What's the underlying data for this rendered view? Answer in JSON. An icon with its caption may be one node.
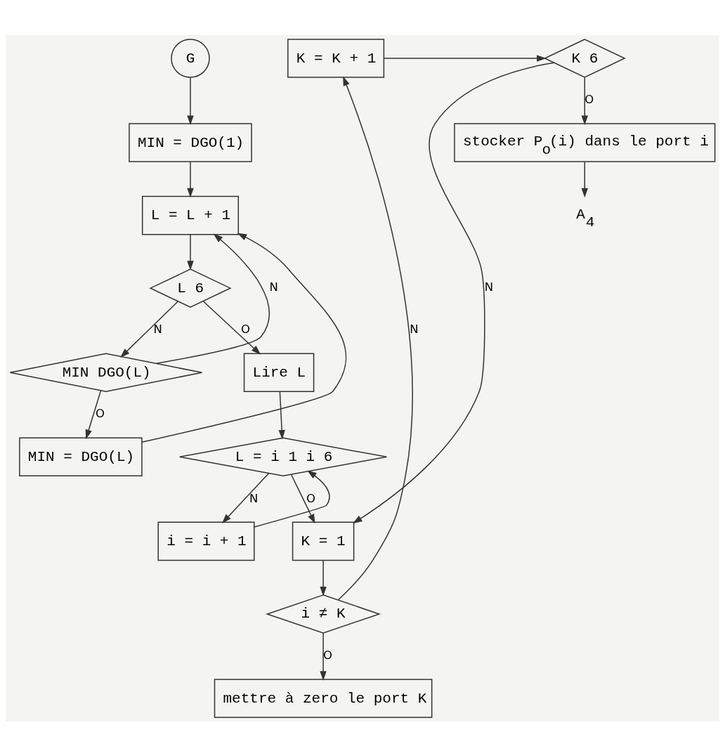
{
  "diagram": {
    "nodes": [
      {
        "text": [
          "G"
        ]
      },
      {
        "text": [
          "MIN = DGO(1)"
        ]
      },
      {
        "text": [
          "L = L + 1"
        ]
      },
      {
        "text": [
          "L 6"
        ]
      },
      {
        "text": [
          "MIN DGO(L)"
        ]
      },
      {
        "text": [
          "MIN = DGO(L)"
        ]
      },
      {
        "text": [
          "Lire L"
        ]
      },
      {
        "text": [
          "L = i 1 i 6"
        ]
      },
      {
        "text": [
          "i = i + 1"
        ]
      },
      {
        "text": [
          "K = 1"
        ]
      },
      {
        "text": [
          "K 6"
        ]
      },
      {
        "text": [
          "K = K + 1"
        ]
      },
      {
        "text": [
          "i ≠ K"
        ]
      },
      {
        "text": [
          "stocker P$_{o}$(i) dans le port i"
        ]
      },
      {
        "text": [
          "mettre à zero le port K"
        ]
      },
      {
        "text": [
          "A$_{4}$"
        ]
      }
    ],
    "edges": [
      {
        "from": 0,
        "to": 1,
        "arrow": "to"
      },
      {
        "from": 1,
        "to": 2,
        "arrow": "to"
      },
      {
        "from": 2,
        "to": 3,
        "arrow": "to"
      },
      {
        "from": 3,
        "to": 6,
        "arrow": "to",
        "label": "O"
      },
      {
        "from": 3,
        "to": 4,
        "arrow": "to",
        "label": "N"
      },
      {
        "from": 4,
        "to": 2,
        "arrow": "to",
        "label": "N"
      },
      {
        "from": 4,
        "to": 5,
        "arrow": "to",
        "label": "O"
      },
      {
        "from": 5,
        "to": 2,
        "arrow": "to"
      },
      {
        "from": 6,
        "to": 7,
        "arrow": "to"
      },
      {
        "from": 7,
        "to": 8,
        "arrow": "to",
        "label": "N"
      },
      {
        "from": 8,
        "to": 7,
        "arrow": "to"
      },
      {
        "from": 7,
        "to": 9,
        "arrow": "to",
        "label": "O"
      },
      {
        "from": 9,
        "to": 12,
        "arrow": "to"
      },
      {
        "from": 12,
        "to": 11,
        "arrow": "to",
        "label": "N"
      },
      {
        "from": 11,
        "to": 10,
        "arrow": "to"
      },
      {
        "from": 10,
        "to": 9,
        "arrow": "to",
        "label": "N"
      },
      {
        "from": 10,
        "to": 13,
        "arrow": "to",
        "label": "O"
      },
      {
        "from": 12,
        "to": 14,
        "arrow": "to",
        "label": "O"
      },
      {
        "from": 13,
        "to": 15,
        "arrow": "to"
      }
    ]
  }
}
